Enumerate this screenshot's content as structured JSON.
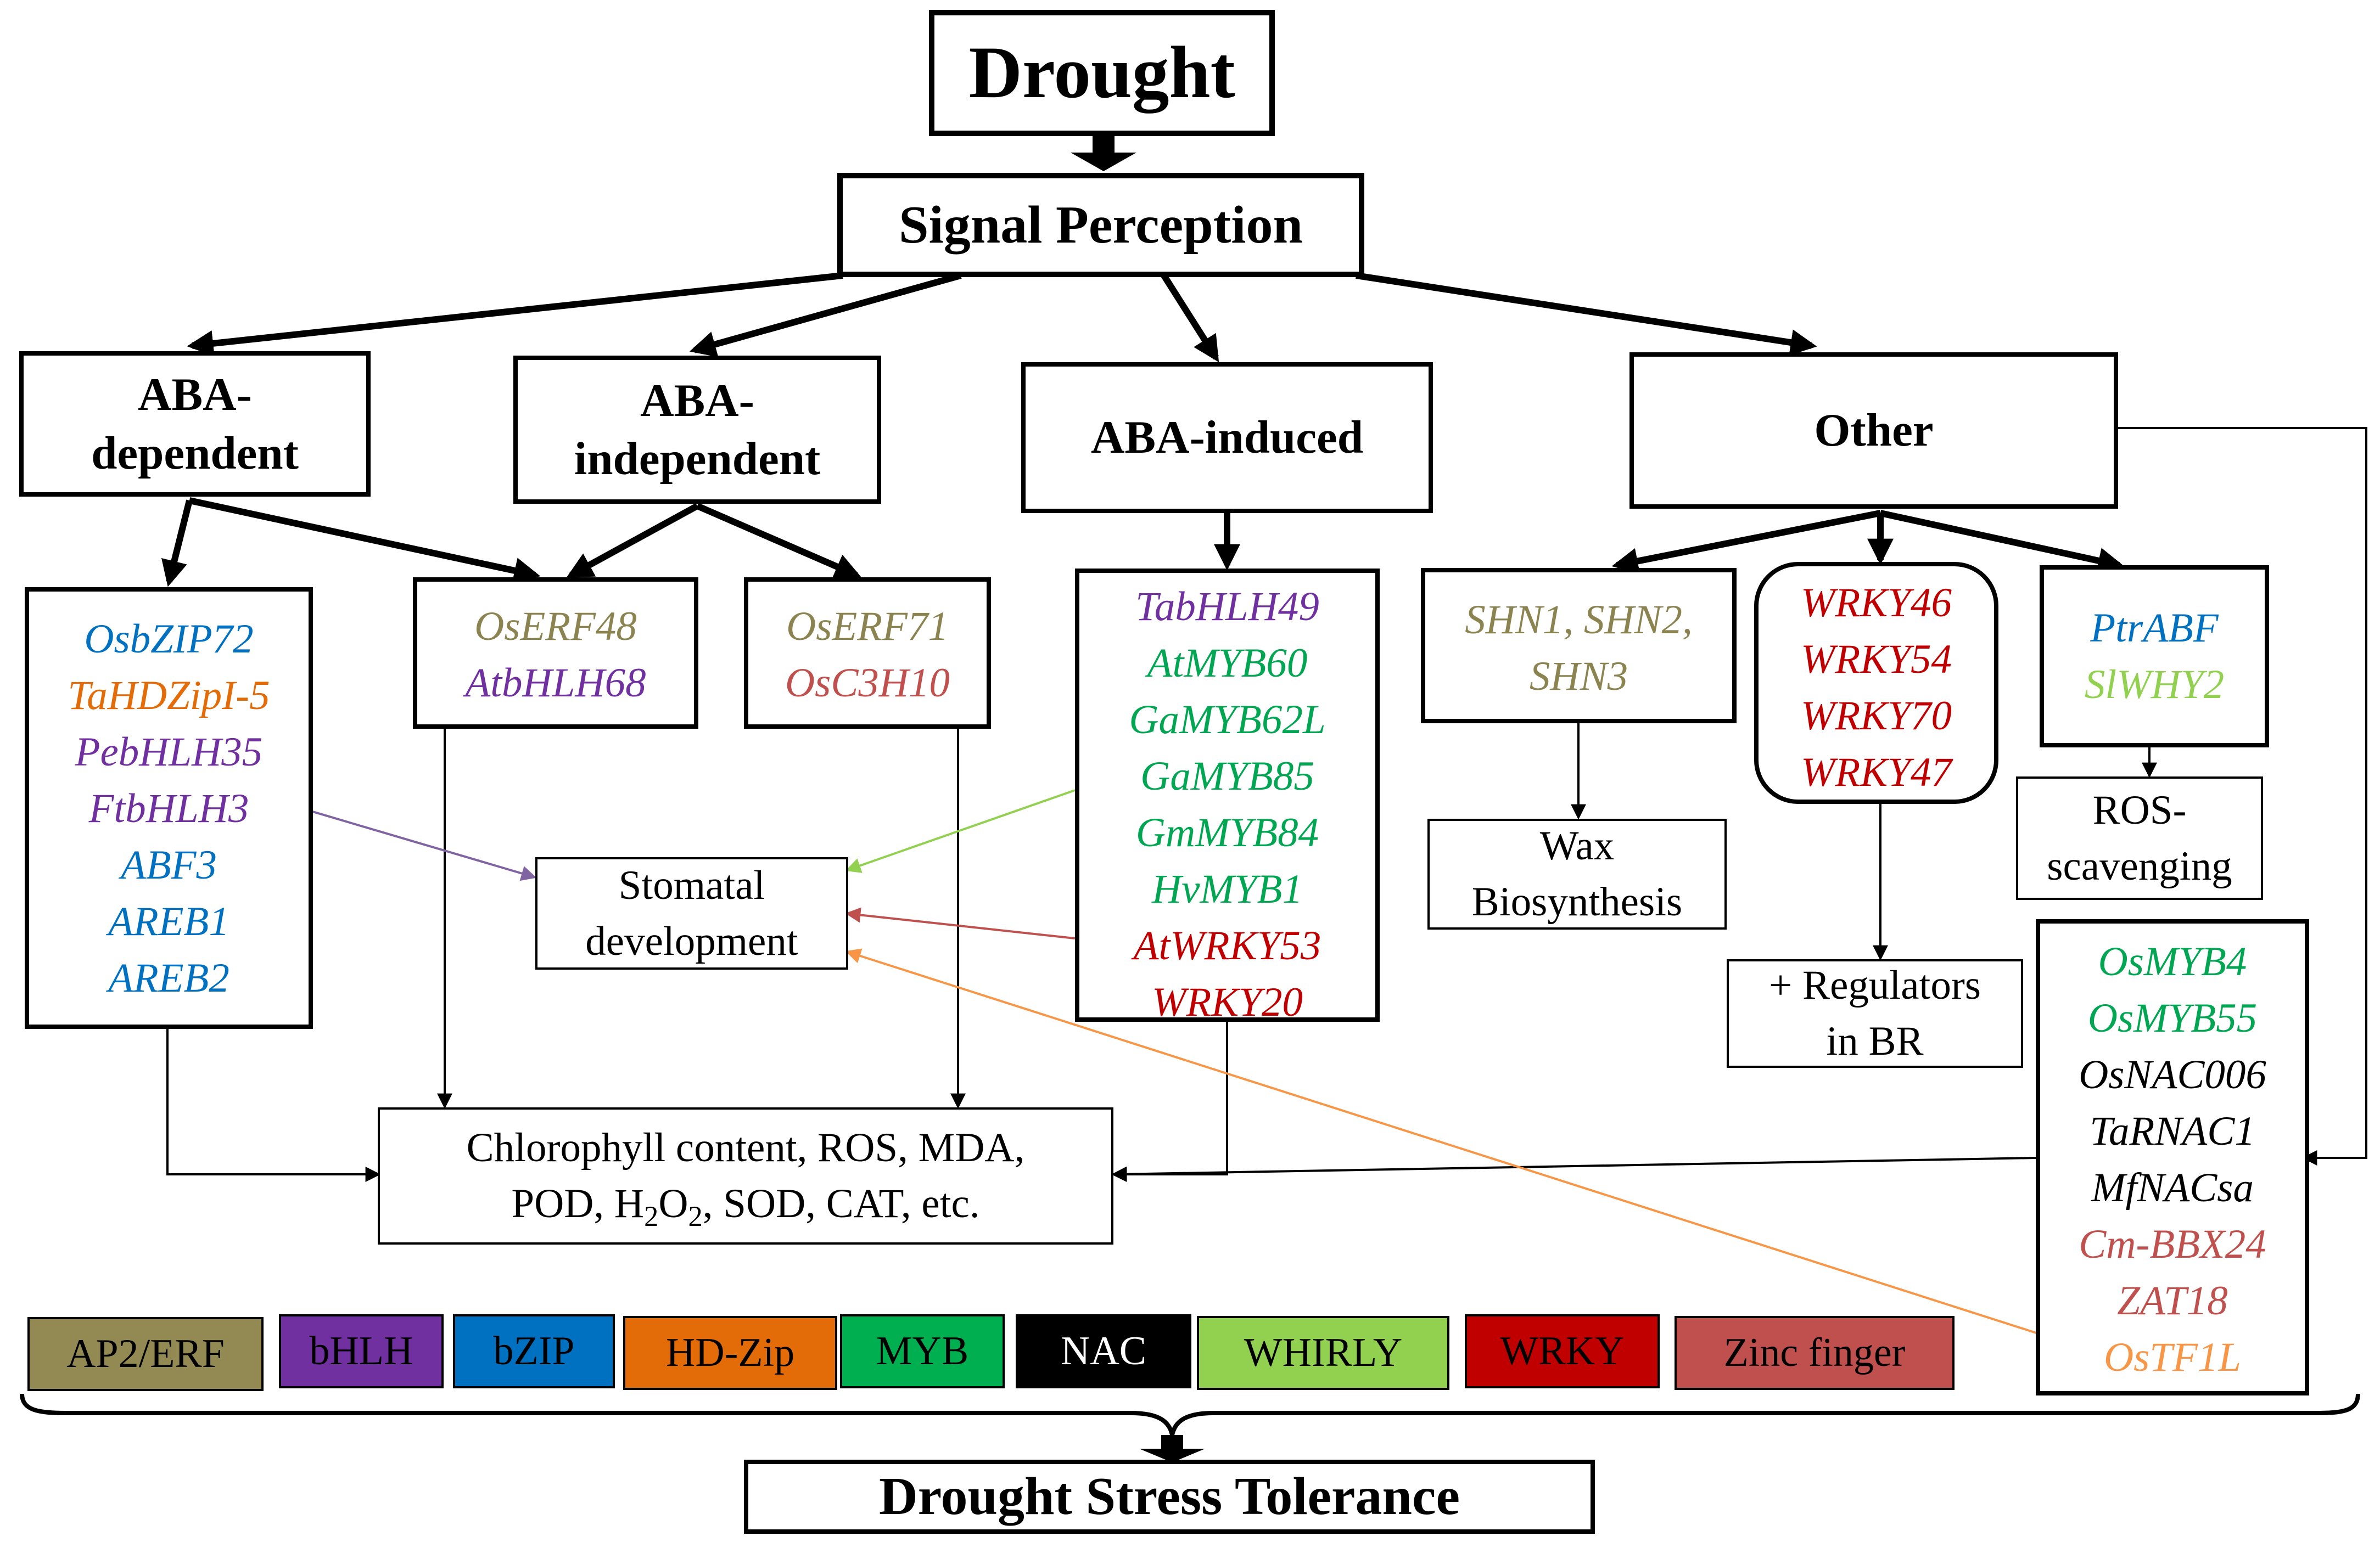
{
  "colors": {
    "AP2ERF": "#8b8450",
    "bHLH": "#7030a0",
    "bZIP": "#0070c0",
    "HDZip": "#e36c09",
    "MYB": "#00a651",
    "NAC": "#000000",
    "WHIRLY": "#92d050",
    "WRKY": "#c00000",
    "ZincFinger": "#c0504d",
    "arrow_purple": "#8064a2",
    "arrow_green": "#92d050",
    "arrow_red": "#c0504d",
    "arrow_orange": "#f79646"
  },
  "drought": "Drought",
  "signal": "Signal Perception",
  "aba_dependent": {
    "line1": "ABA-",
    "line2": "dependent"
  },
  "aba_independent": {
    "line1": "ABA-",
    "line2": "independent"
  },
  "aba_induced": "ABA-induced",
  "other": "Other",
  "dep_genes": [
    "OsbZIP72",
    "TaHDZipI-5",
    "PebHLH35",
    "FtbHLH3",
    "ABF3",
    "AREB1",
    "AREB2"
  ],
  "indep1_genes": [
    "OsERF48",
    "AtbHLH68"
  ],
  "indep2_genes": [
    "OsERF71",
    "OsC3H10"
  ],
  "induced_genes": [
    "TabHLH49",
    "AtMYB60",
    "GaMYB62L",
    "GaMYB85",
    "GmMYB84",
    "HvMYB1",
    "AtWRKY53",
    "WRKY20"
  ],
  "shn_genes": [
    "SHN1, SHN2,",
    "SHN3"
  ],
  "wrky_genes": [
    "WRKY46",
    "WRKY54",
    "WRKY70",
    "WRKY47"
  ],
  "ptr_genes": [
    "PtrABF",
    "SlWHY2"
  ],
  "other_genes": [
    "OsMYB4",
    "OsMYB55",
    "OsNAC006",
    "TaRNAC1",
    "MfNACsa",
    "Cm-BBX24",
    "ZAT18",
    "OsTF1L"
  ],
  "wax": {
    "line1": "Wax",
    "line2": "Biosynthesis"
  },
  "ros": {
    "line1": "ROS-",
    "line2": "scavenging"
  },
  "regulators": {
    "line1": "+ Regulators",
    "line2": "in BR"
  },
  "stomatal": {
    "line1": "Stomatal",
    "line2": "development"
  },
  "chloro": {
    "line1": "Chlorophyll content, ROS, MDA,",
    "line2_a": "POD, H",
    "sub1": "2",
    "line2_b": "O",
    "sub2": "2",
    "line2_c": ", SOD, CAT, etc."
  },
  "legend": [
    "AP2/ERF",
    "bHLH",
    "bZIP",
    "HD-Zip",
    "MYB",
    "NAC",
    "WHIRLY",
    "WRKY",
    "Zinc finger"
  ],
  "tolerance": "Drought Stress Tolerance"
}
